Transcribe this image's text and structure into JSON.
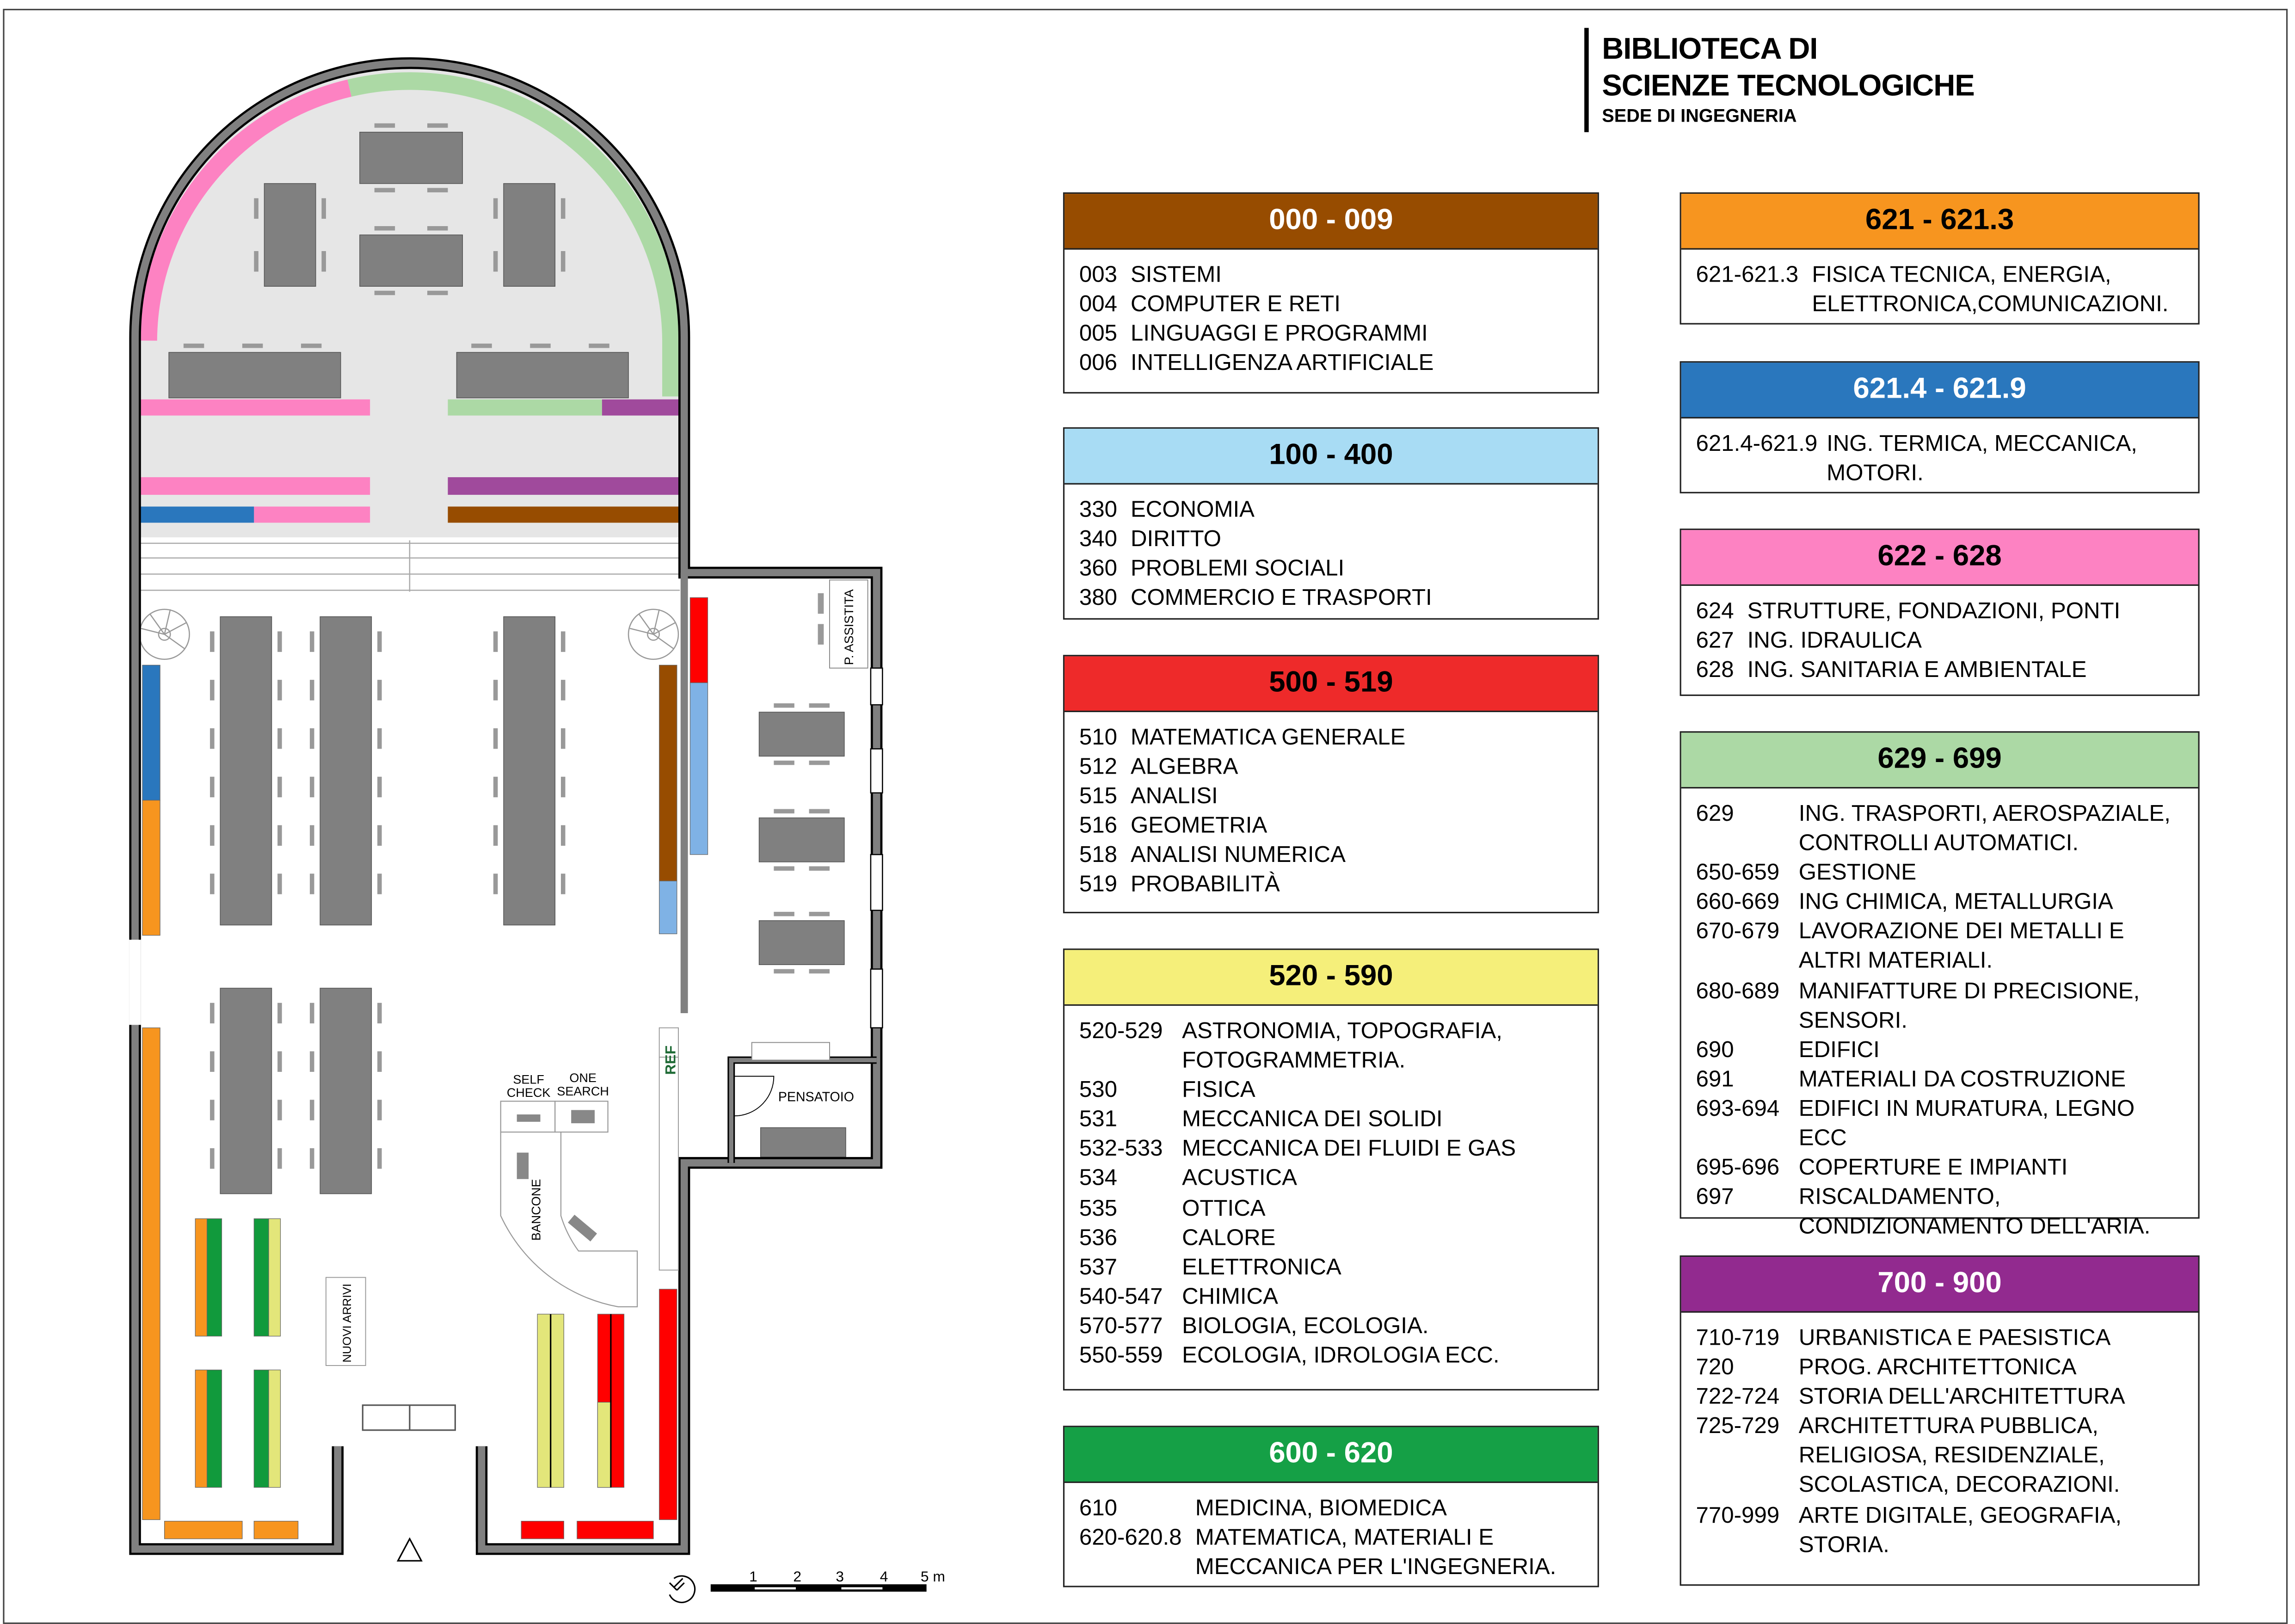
{
  "title": {
    "line1": "BIBLIOTECA DI",
    "line2": "SCIENZE TECNOLOGICHE",
    "subtitle": "SEDE DI INGEGNERIA"
  },
  "plan_labels": {
    "self_check_1": "SELF",
    "self_check_2": "CHECK",
    "one_search_1": "ONE",
    "one_search_2": "SEARCH",
    "bancone": "BANCONE",
    "pensatoio": "PENSATOIO",
    "p_assistita": "P. ASSISTITA",
    "ref": "REF",
    "nuovi_arrivi": "NUOVI ARRIVI"
  },
  "scale_bar": {
    "ticks": [
      "1",
      "2",
      "3",
      "4",
      "5 m"
    ]
  },
  "colors": {
    "wall": "#808080",
    "furniture": "#808080",
    "apse_floor": "#e6e6e6",
    "c000": "#974c00",
    "c100": "#a8dcf4",
    "c500": "#ee2a2a",
    "c520": "#f5ef7a",
    "c600": "#15a046",
    "c621a": "#f7951f",
    "c621b": "#2a77bd",
    "c622": "#fd82c2",
    "c629": "#acd9a5",
    "c700": "#922a8f",
    "shelf_red": "#ff0000",
    "shelf_green": "#119a3c",
    "shelf_yellow": "#e3e67a",
    "shelf_orange": "#f7951f",
    "shelf_lightblue": "#7fb2e5",
    "shelf_purple": "#a04a9c"
  },
  "legend": [
    {
      "range": "000 - 009",
      "color": "#974c00",
      "text_color": "#ffffff",
      "code_width": 35,
      "entries": [
        {
          "code": "003",
          "text": "SISTEMI"
        },
        {
          "code": "004",
          "text": "COMPUTER E RETI"
        },
        {
          "code": "005",
          "text": "LINGUAGGI E PROGRAMMI"
        },
        {
          "code": "006",
          "text": "INTELLIGENZA ARTIFICIALE"
        }
      ]
    },
    {
      "range": "100 - 400",
      "color": "#a8dcf4",
      "text_color": "#000000",
      "code_width": 35,
      "entries": [
        {
          "code": "330",
          "text": "ECONOMIA"
        },
        {
          "code": "340",
          "text": "DIRITTO"
        },
        {
          "code": "360",
          "text": "PROBLEMI SOCIALI"
        },
        {
          "code": "380",
          "text": "COMMERCIO E TRASPORTI"
        }
      ]
    },
    {
      "range": "500 - 519",
      "color": "#ee2a2a",
      "text_color": "#000000",
      "code_width": 35,
      "entries": [
        {
          "code": "510",
          "text": "MATEMATICA GENERALE"
        },
        {
          "code": "512",
          "text": "ALGEBRA"
        },
        {
          "code": "515",
          "text": "ANALISI"
        },
        {
          "code": "516",
          "text": "GEOMETRIA"
        },
        {
          "code": "518",
          "text": "ANALISI NUMERICA"
        },
        {
          "code": "519",
          "text": "PROBABILITÀ"
        }
      ]
    },
    {
      "range": "520 - 590",
      "color": "#f5ef7a",
      "text_color": "#000000",
      "code_width": 70,
      "entries": [
        {
          "code": "520-529",
          "text": "ASTRONOMIA, TOPOGRAFIA,\nFOTOGRAMMETRIA."
        },
        {
          "code": "530",
          "text": "FISICA"
        },
        {
          "code": "531",
          "text": "MECCANICA DEI SOLIDI"
        },
        {
          "code": "532-533",
          "text": "MECCANICA DEI FLUIDI E GAS"
        },
        {
          "code": "534",
          "text": "ACUSTICA"
        },
        {
          "code": "535",
          "text": "OTTICA"
        },
        {
          "code": "536",
          "text": "CALORE"
        },
        {
          "code": "537",
          "text": "ELETTRONICA"
        },
        {
          "code": "540-547",
          "text": "CHIMICA"
        },
        {
          "code": "570-577",
          "text": "BIOLOGIA, ECOLOGIA."
        },
        {
          "code": "550-559",
          "text": "ECOLOGIA, IDROLOGIA ECC."
        }
      ]
    },
    {
      "range": "600 - 620",
      "color": "#15a046",
      "text_color": "#ffffff",
      "code_width": 79,
      "entries": [
        {
          "code": "610",
          "text": "MEDICINA, BIOMEDICA"
        },
        {
          "code": "620-620.8",
          "text": "MATEMATICA, MATERIALI E\nMECCANICA PER L'INGEGNERIA."
        }
      ]
    },
    {
      "range": "621 - 621.3",
      "color": "#f7951f",
      "text_color": "#000000",
      "code_width": 79,
      "entries": [
        {
          "code": "621-621.3",
          "text": "FISICA TECNICA,  ENERGIA,\nELETTRONICA,COMUNICAZIONI."
        }
      ]
    },
    {
      "range": "621.4 - 621.9",
      "color": "#2a77bd",
      "text_color": "#ffffff",
      "code_width": 89,
      "entries": [
        {
          "code": "621.4-621.9",
          "text": "ING. TERMICA, MECCANICA,\nMOTORI."
        }
      ]
    },
    {
      "range": "622 - 628",
      "color": "#fd82c2",
      "text_color": "#000000",
      "code_width": 35,
      "entries": [
        {
          "code": "624",
          "text": "STRUTTURE, FONDAZIONI, PONTI"
        },
        {
          "code": "627",
          "text": "ING. IDRAULICA"
        },
        {
          "code": "628",
          "text": "ING. SANITARIA E AMBIENTALE"
        }
      ]
    },
    {
      "range": "629 - 699",
      "color": "#acd9a5",
      "text_color": "#000000",
      "code_width": 70,
      "entries": [
        {
          "code": "629",
          "text": "ING. TRASPORTI, AEROSPAZIALE,\nCONTROLLI AUTOMATICI."
        },
        {
          "code": "650-659",
          "text": "GESTIONE"
        },
        {
          "code": "660-669",
          "text": "ING CHIMICA, METALLURGIA"
        },
        {
          "code": "670-679",
          "text": "LAVORAZIONE DEI METALLI E\nALTRI MATERIALI."
        },
        {
          "code": "680-689",
          "text": "MANIFATTURE DI PRECISIONE,\nSENSORI."
        },
        {
          "code": "690",
          "text": "EDIFICI"
        },
        {
          "code": "691",
          "text": "MATERIALI DA COSTRUZIONE"
        },
        {
          "code": "693-694",
          "text": "EDIFICI IN MURATURA, LEGNO ECC"
        },
        {
          "code": "695-696",
          "text": "COPERTURE E IMPIANTI"
        },
        {
          "code": "697",
          "text": "RISCALDAMENTO,\nCONDIZIONAMENTO DELL'ARIA."
        }
      ]
    },
    {
      "range": "700 - 900",
      "color": "#922a8f",
      "text_color": "#ffffff",
      "code_width": 70,
      "entries": [
        {
          "code": "710-719",
          "text": "URBANISTICA E PAESISTICA"
        },
        {
          "code": "720",
          "text": "PROG. ARCHITETTONICA"
        },
        {
          "code": "722-724",
          "text": "STORIA DELL'ARCHITETTURA"
        },
        {
          "code": "725-729",
          "text": "ARCHITETTURA PUBBLICA,\nRELIGIOSA, RESIDENZIALE,\nSCOLASTICA, DECORAZIONI."
        },
        {
          "code": "770-999",
          "text": "ARTE DIGITALE, GEOGRAFIA,\nSTORIA."
        }
      ]
    }
  ]
}
